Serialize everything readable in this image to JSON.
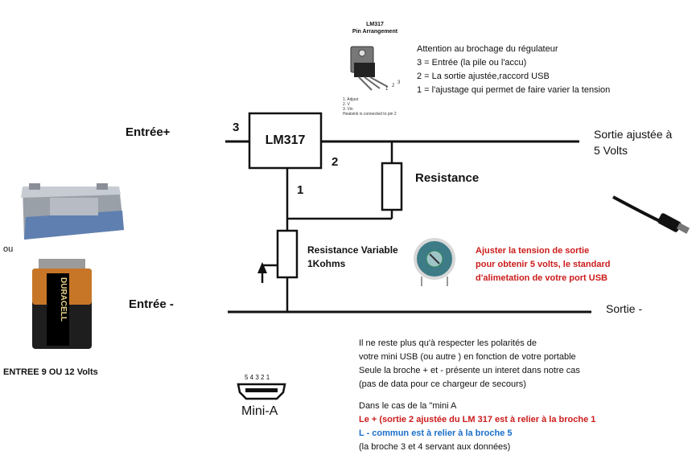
{
  "regulator": {
    "name": "LM317",
    "pin_title": "LM317",
    "pin_subtitle": "Pin Arrangement",
    "pin_legend": [
      "1. Adjust",
      "2. V",
      "3. Vin",
      "Heatsink is connected to pin 2"
    ],
    "pin_numbers": [
      "1",
      "2",
      "3"
    ]
  },
  "notes": {
    "title": "Attention au brochage du régulateur",
    "pin3": "3 = Entrée (la pile ou l'accu)",
    "pin2": "2 = La sortie ajustée,raccord USB",
    "pin1": "1 = l'ajustage qui permet de faire varier la tension"
  },
  "labels": {
    "input_plus": "Entrée+",
    "input_minus": "Entrée  -",
    "output_adjusted_line1": "Sortie ajustée à",
    "output_adjusted_line2": "5 Volts",
    "output_minus": "Sortie  -",
    "pin3": "3",
    "pin2": "2",
    "pin1": "1",
    "resistance": "Resistance",
    "variable_resistance_line1": "Resistance Variable",
    "variable_resistance_line2": "1Kohms",
    "or": "ou",
    "battery_input": "ENTREE 9 OU 12 Volts",
    "battery_brand": "DURACELL",
    "connector_name": "Mini-A",
    "connector_pins": "5 4 3 2 1"
  },
  "adjust_note": [
    "Ajuster la tension de sortie",
    "pour obtenir 5 volts, le standard",
    "d'alimetation de votre port USB"
  ],
  "bottom_text": {
    "line1": "Il ne reste plus qu'à respecter les polarités de",
    "line2": "votre mini USB (ou autre ) en fonction de votre portable",
    "line3": "Seule la broche  +  et  -  présente un interet dans notre cas",
    "line4": "(pas de data pour ce chargeur de secours)",
    "line5": "Dans le cas de la \"mini A",
    "line6": "Le  +  (sortie 2 ajustée du LM 317 est à relier à  la broche 1",
    "line7": "L  -  commun est à relier à la broche 5",
    "line8": "(la broche 3 et 4 servant aux données)"
  },
  "colors": {
    "wire": "#111111",
    "note_red": "#cc1b1b",
    "note_blue": "#1a6fc9"
  }
}
